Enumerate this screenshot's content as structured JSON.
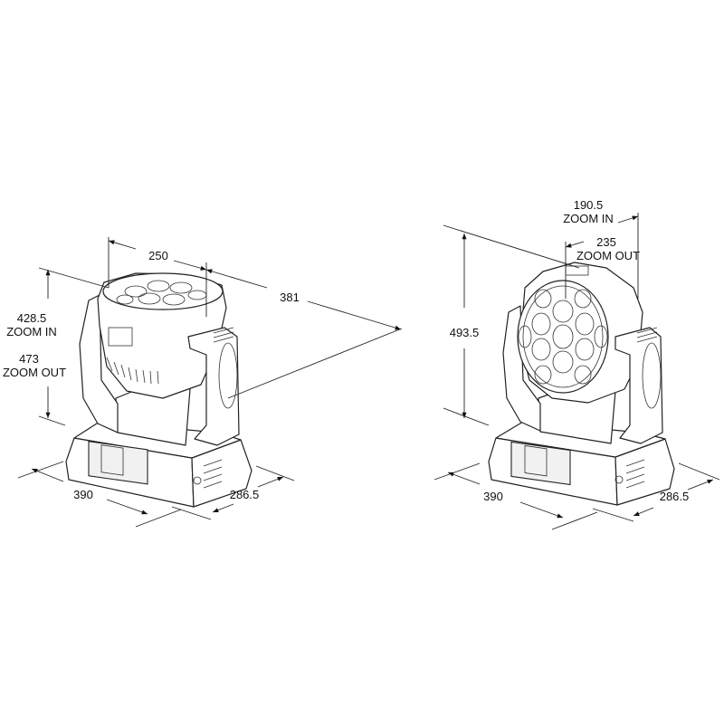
{
  "left_view": {
    "width_head": "250",
    "depth_head": "381",
    "height_zoom_in_value": "428.5",
    "height_zoom_in_label": "ZOOM  IN",
    "height_zoom_out_value": "473",
    "height_zoom_out_label": "ZOOM  OUT",
    "base_width": "390",
    "base_depth": "286.5"
  },
  "right_view": {
    "height": "493.5",
    "depth_zoom_in_value": "190.5",
    "depth_zoom_in_label": "ZOOM  IN",
    "depth_zoom_out_value": "235",
    "depth_zoom_out_label": "ZOOM  OUT",
    "base_width": "390",
    "base_depth": "286.5"
  }
}
